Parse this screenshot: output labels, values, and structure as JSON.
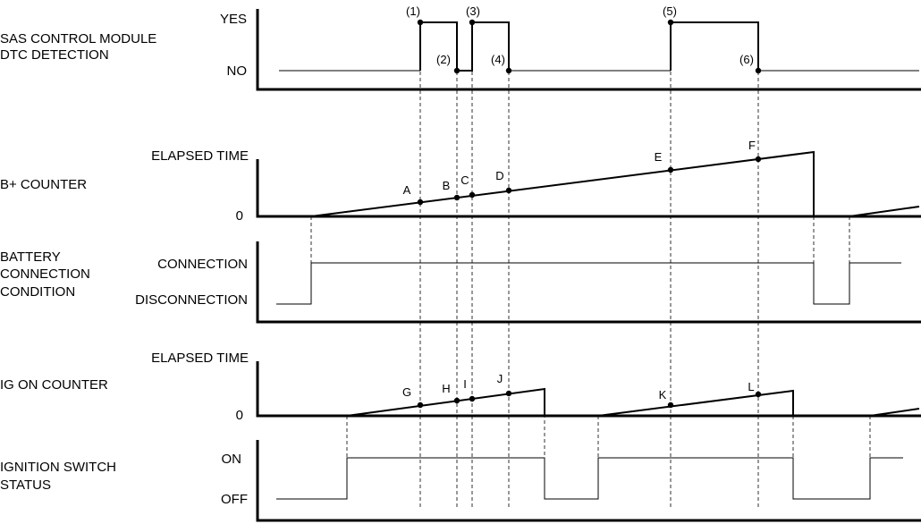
{
  "rows": {
    "sas": {
      "label_lines": [
        "SAS CONTROL MODULE",
        "DTC DETECTION"
      ],
      "top": "YES",
      "bottom": "NO"
    },
    "bplus": {
      "label_lines": [
        "B+ COUNTER"
      ],
      "top": "ELAPSED TIME",
      "bottom": "0"
    },
    "battery": {
      "label_lines": [
        "BATTERY",
        "CONNECTION",
        "CONDITION"
      ],
      "top": "CONNECTION",
      "bottom": "DISCONNECTION"
    },
    "ig": {
      "label_lines": [
        "IG ON COUNTER"
      ],
      "top": "ELAPSED TIME",
      "bottom": "0"
    },
    "ignition": {
      "label_lines": [
        "IGNITION SWITCH",
        "STATUS"
      ],
      "top": "ON",
      "bottom": "OFF"
    }
  },
  "events": [
    "(1)",
    "(2)",
    "(3)",
    "(4)",
    "(5)",
    "(6)"
  ],
  "bplus_points": [
    "A",
    "B",
    "C",
    "D",
    "E",
    "F"
  ],
  "ig_points": [
    "G",
    "H",
    "I",
    "J",
    "K",
    "L"
  ]
}
